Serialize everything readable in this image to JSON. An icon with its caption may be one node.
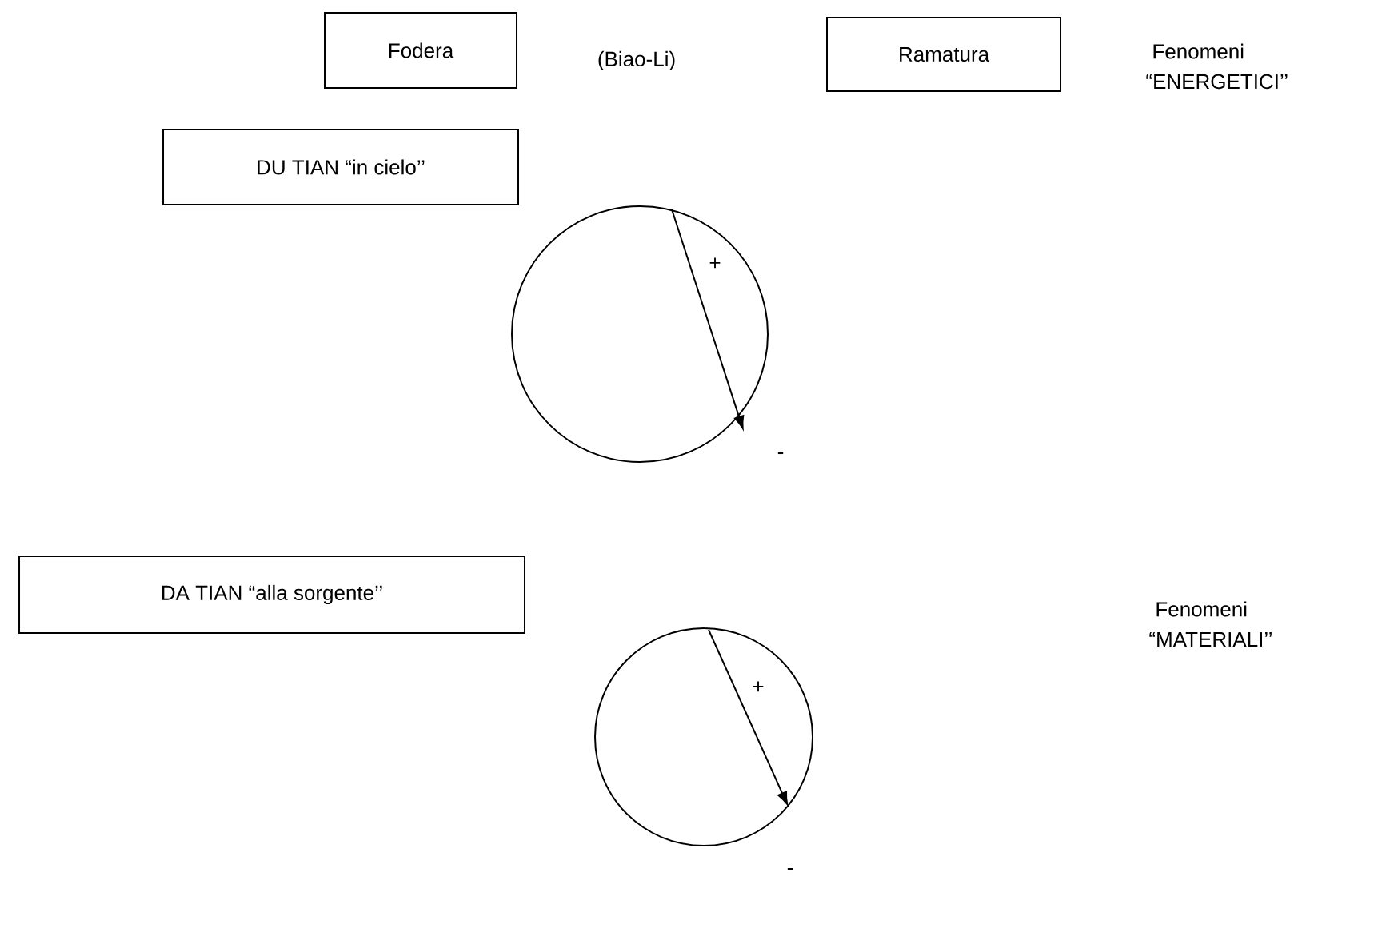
{
  "diagram": {
    "nodes": [
      {
        "text": [
          "Fodera"
        ]
      },
      {
        "text": [
          "Ramatura"
        ]
      },
      {
        "text": [
          "DU TIAN “in cielo’’"
        ]
      },
      {
        "text": [],
        "shape": "circle"
      },
      {
        "text": [
          "DA TIAN “alla sorgente’’"
        ]
      },
      {
        "text": [],
        "shape": "circle"
      }
    ],
    "edges": [],
    "labels": [
      "(Biao-Li)",
      "Fenomeni",
      "“ENERGETICI’’",
      "+",
      "-",
      "Fenomeni",
      "“MATERIALI’’",
      "+",
      "-"
    ]
  }
}
